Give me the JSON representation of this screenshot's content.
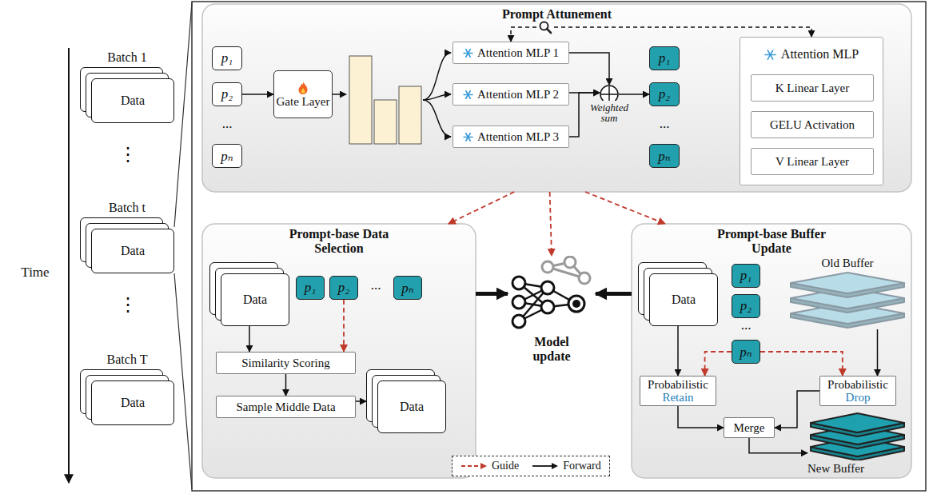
{
  "diagram": {
    "nodes": [
      {
        "text": [
          "Batch 1",
          "Data"
        ]
      },
      {
        "text": [
          "Batch t",
          "Data"
        ]
      },
      {
        "text": [
          "Batch T",
          "Data"
        ]
      },
      {
        "text": [
          "Prompt Attunement"
        ]
      },
      {
        "text": [
          "p₁"
        ],
        "in": 3
      },
      {
        "text": [
          "p₂"
        ],
        "in": 3
      },
      {
        "text": [
          "pₙ"
        ],
        "in": 3
      },
      {
        "text": [
          "Gate Layer"
        ],
        "in": 3
      },
      {
        "text": [
          "Attention MLP 1"
        ],
        "in": 3
      },
      {
        "text": [
          "Attention MLP 2"
        ],
        "in": 3
      },
      {
        "text": [
          "Attention MLP 3"
        ],
        "in": 3
      },
      {
        "text": [
          "Weighted sum"
        ],
        "in": 3
      },
      {
        "text": [
          "p₁"
        ],
        "in": 3
      },
      {
        "text": [
          "p₂"
        ],
        "in": 3
      },
      {
        "text": [
          "pₙ"
        ],
        "in": 3
      },
      {
        "text": [
          "Attention MLP"
        ],
        "in": 3
      },
      {
        "text": [
          "K Linear Layer"
        ],
        "in": 15
      },
      {
        "text": [
          "GELU Activation"
        ],
        "in": 15
      },
      {
        "text": [
          "V Linear Layer"
        ],
        "in": 15
      },
      {
        "text": [
          "Prompt-base Data Selection"
        ]
      },
      {
        "text": [
          "Data"
        ],
        "in": 19
      },
      {
        "text": [
          "p₁"
        ],
        "in": 19
      },
      {
        "text": [
          "p₂"
        ],
        "in": 19
      },
      {
        "text": [
          "pₙ"
        ],
        "in": 19
      },
      {
        "text": [
          "Similarity Scoring"
        ],
        "in": 19
      },
      {
        "text": [
          "Sample Middle Data"
        ],
        "in": 19
      },
      {
        "text": [
          "Data"
        ],
        "in": 19
      },
      {
        "text": [
          "Model update"
        ]
      },
      {
        "text": [
          "Prompt-base Buffer Update"
        ]
      },
      {
        "text": [
          "Data"
        ],
        "in": 28
      },
      {
        "text": [
          "p₁"
        ],
        "in": 28
      },
      {
        "text": [
          "p₂"
        ],
        "in": 28
      },
      {
        "text": [
          "pₙ"
        ],
        "in": 28
      },
      {
        "text": [
          "Old Buffer"
        ],
        "in": 28
      },
      {
        "text": [
          "Probabilistic",
          "Retain"
        ],
        "in": 28
      },
      {
        "text": [
          "Probabilistic",
          "Drop"
        ],
        "in": 28
      },
      {
        "text": [
          "Merge"
        ],
        "in": 28
      },
      {
        "text": [
          "New Buffer"
        ],
        "in": 28
      }
    ],
    "edges": [
      {
        "from": 5,
        "to": 7,
        "arrow": "to"
      },
      {
        "from": 8,
        "to": 11,
        "arrow": "to"
      },
      {
        "from": 9,
        "to": 11,
        "arrow": "to"
      },
      {
        "from": 10,
        "to": 11,
        "arrow": "to"
      },
      {
        "from": 11,
        "to": 13,
        "arrow": "to"
      },
      {
        "from": 8,
        "to": 15,
        "arrow": "both"
      },
      {
        "from": 3,
        "to": 19,
        "arrow": "to"
      },
      {
        "from": 3,
        "to": 27,
        "arrow": "to"
      },
      {
        "from": 3,
        "to": 28,
        "arrow": "to"
      },
      {
        "from": 19,
        "to": 27,
        "arrow": "to"
      },
      {
        "from": 28,
        "to": 27,
        "arrow": "to"
      },
      {
        "from": 20,
        "to": 24,
        "arrow": "to"
      },
      {
        "from": 22,
        "to": 24,
        "arrow": "to"
      },
      {
        "from": 24,
        "to": 25,
        "arrow": "to"
      },
      {
        "from": 25,
        "to": 26,
        "arrow": "to"
      },
      {
        "from": 29,
        "to": 34,
        "arrow": "to"
      },
      {
        "from": 33,
        "to": 35,
        "arrow": "to"
      },
      {
        "from": 32,
        "to": 34,
        "arrow": "to"
      },
      {
        "from": 32,
        "to": 35,
        "arrow": "to"
      },
      {
        "from": 34,
        "to": 36,
        "arrow": "to"
      },
      {
        "from": 35,
        "to": 36,
        "arrow": "to"
      },
      {
        "from": 36,
        "to": 37,
        "arrow": "to"
      }
    ],
    "labels": [
      "Time",
      "⋮",
      "⋮",
      "...",
      "...",
      "...",
      "..."
    ],
    "legend": [
      {
        "text": "Guide"
      },
      {
        "text": "Forward"
      }
    ]
  }
}
